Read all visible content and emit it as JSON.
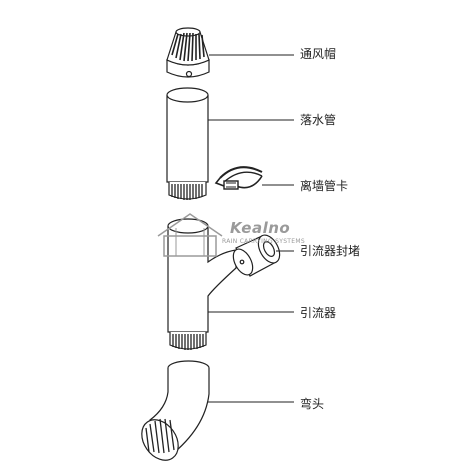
{
  "labels": {
    "cap": "通风帽",
    "pipe": "落水管",
    "clip": "离墙管卡",
    "diverter_plug": "引流器封堵",
    "diverter": "引流器",
    "elbow": "弯头"
  },
  "watermark": {
    "name": "Kealno",
    "tagline": "RAIN CARRYING SYSTEMS"
  },
  "colors": {
    "stroke": "#222222",
    "watermark": "#9a9a9a"
  }
}
